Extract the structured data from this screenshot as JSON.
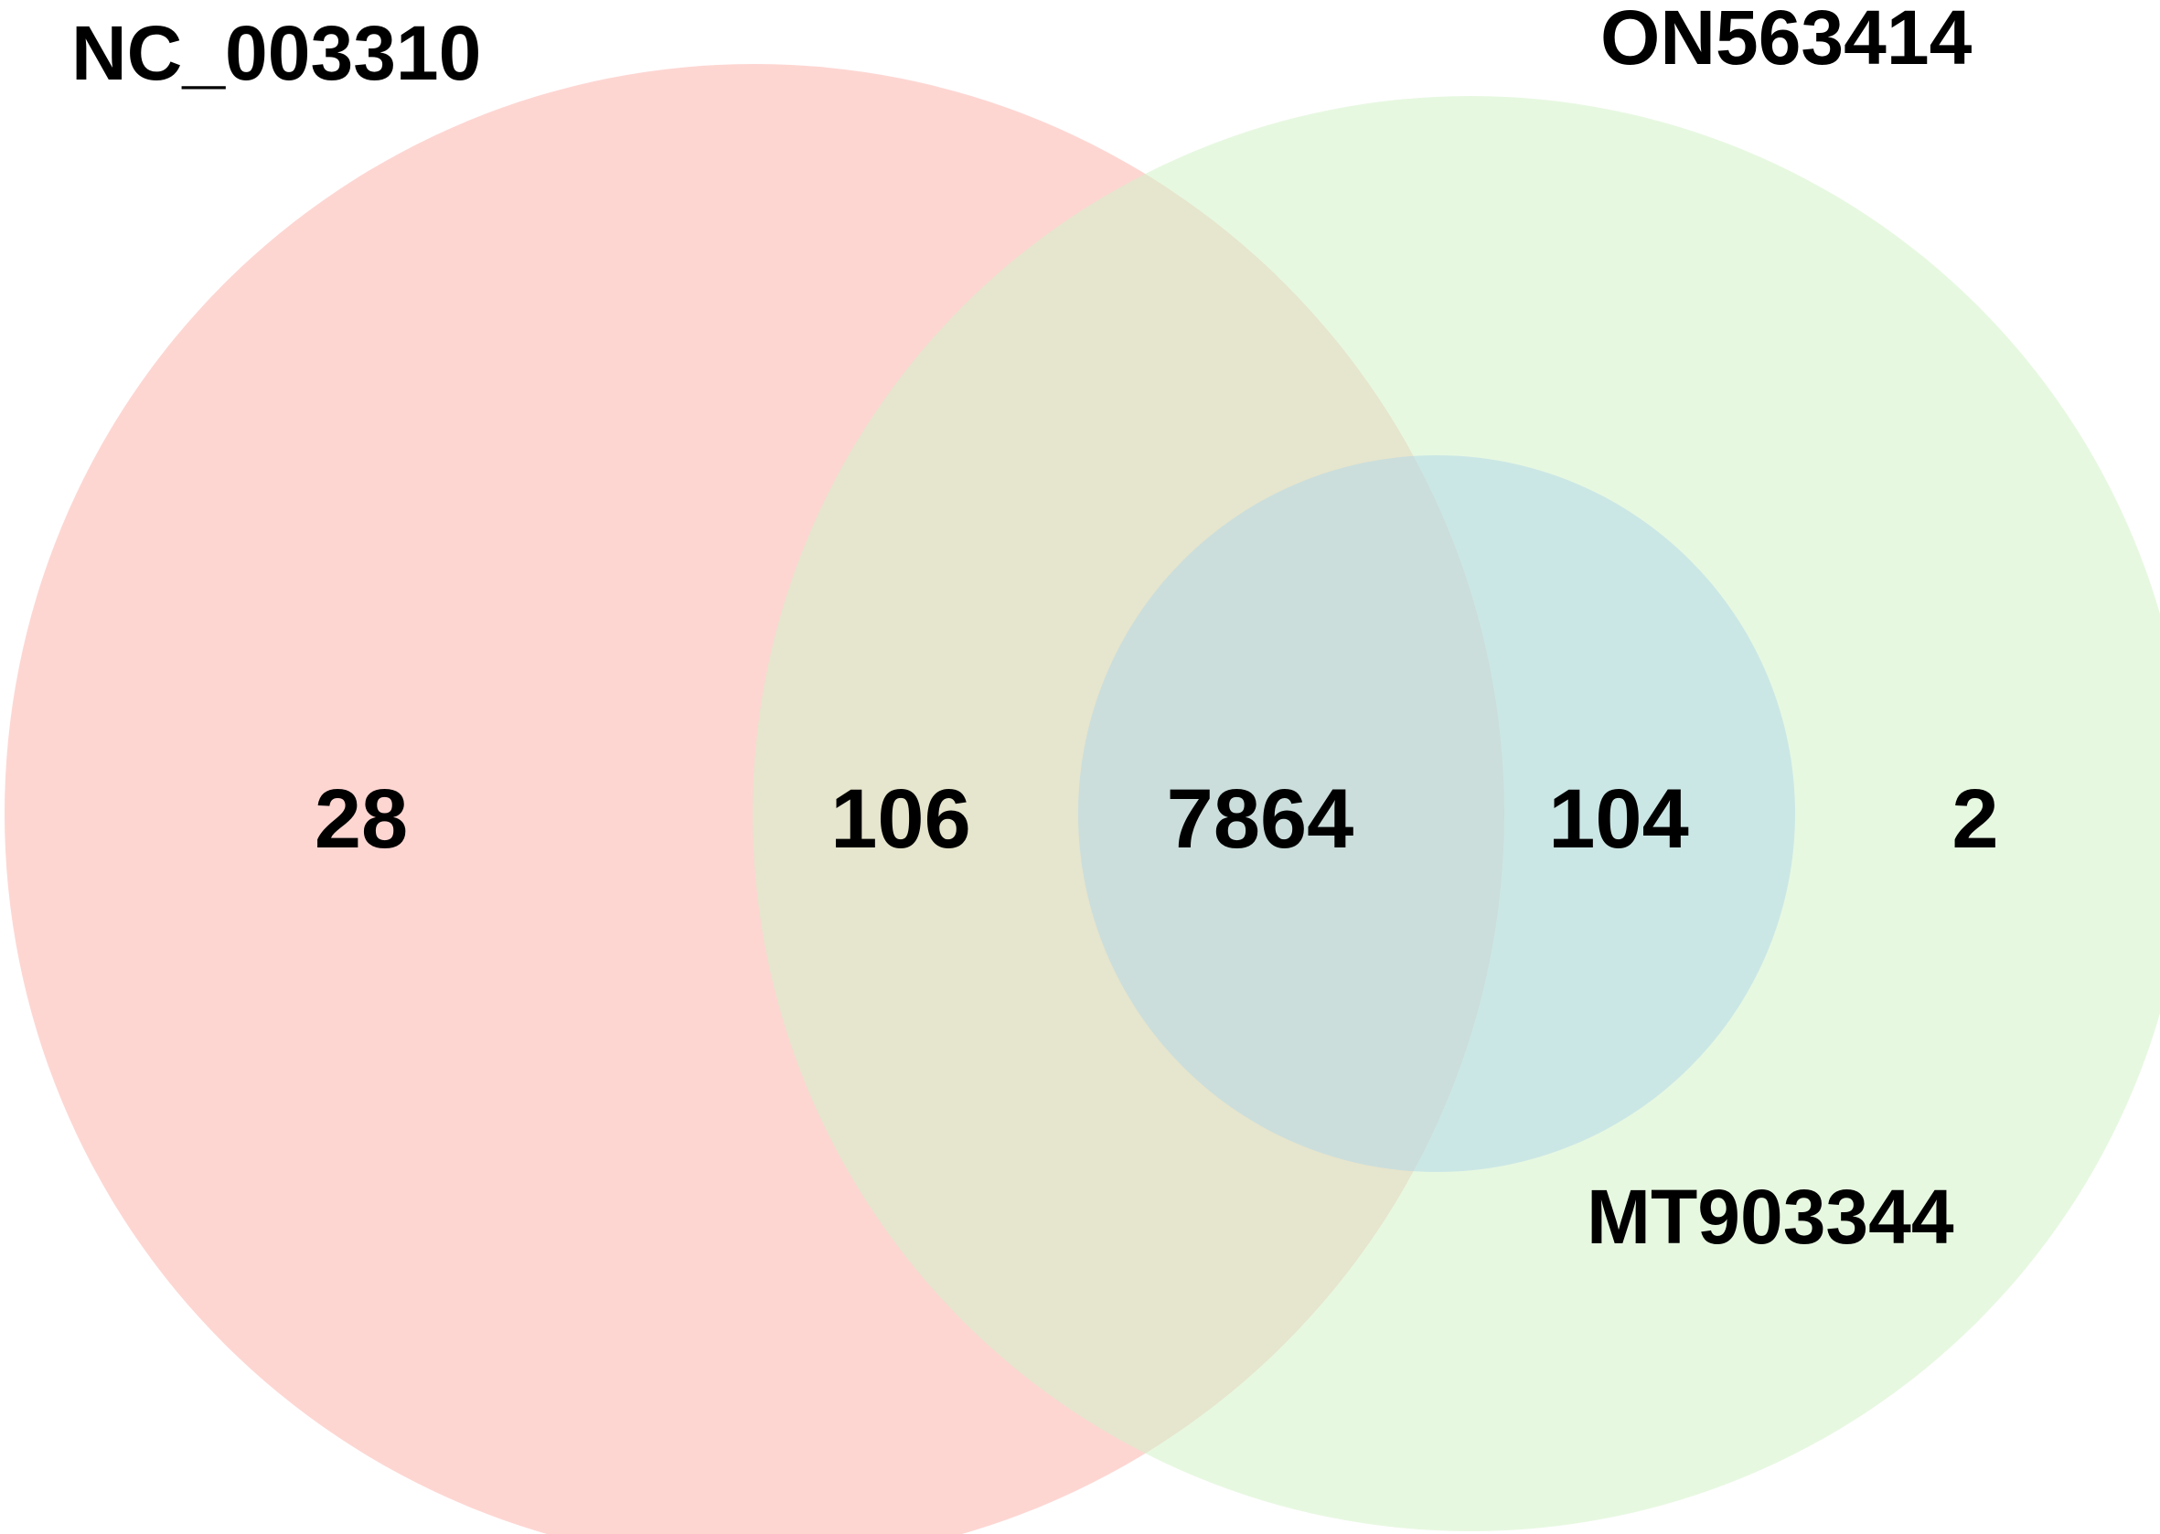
{
  "sets": [
    {
      "id": "nc",
      "label": "NC_003310",
      "color": "#fcb5ad",
      "opacity": 0.55
    },
    {
      "id": "on",
      "label": "ON563414",
      "color": "#d3f3c8",
      "opacity": 0.55
    },
    {
      "id": "mt",
      "label": "MT903344",
      "color": "#b5d8ea",
      "opacity": 0.55
    }
  ],
  "regions": [
    {
      "id": "nc_only",
      "sets": [
        "NC_003310"
      ],
      "count": "28"
    },
    {
      "id": "nc_on_only",
      "sets": [
        "NC_003310",
        "ON563414"
      ],
      "count": "106"
    },
    {
      "id": "all_three",
      "sets": [
        "NC_003310",
        "ON563414",
        "MT903344"
      ],
      "count": "7864"
    },
    {
      "id": "on_mt_only",
      "sets": [
        "ON563414",
        "MT903344"
      ],
      "count": "104"
    },
    {
      "id": "on_only",
      "sets": [
        "ON563414"
      ],
      "count": "2"
    }
  ]
}
